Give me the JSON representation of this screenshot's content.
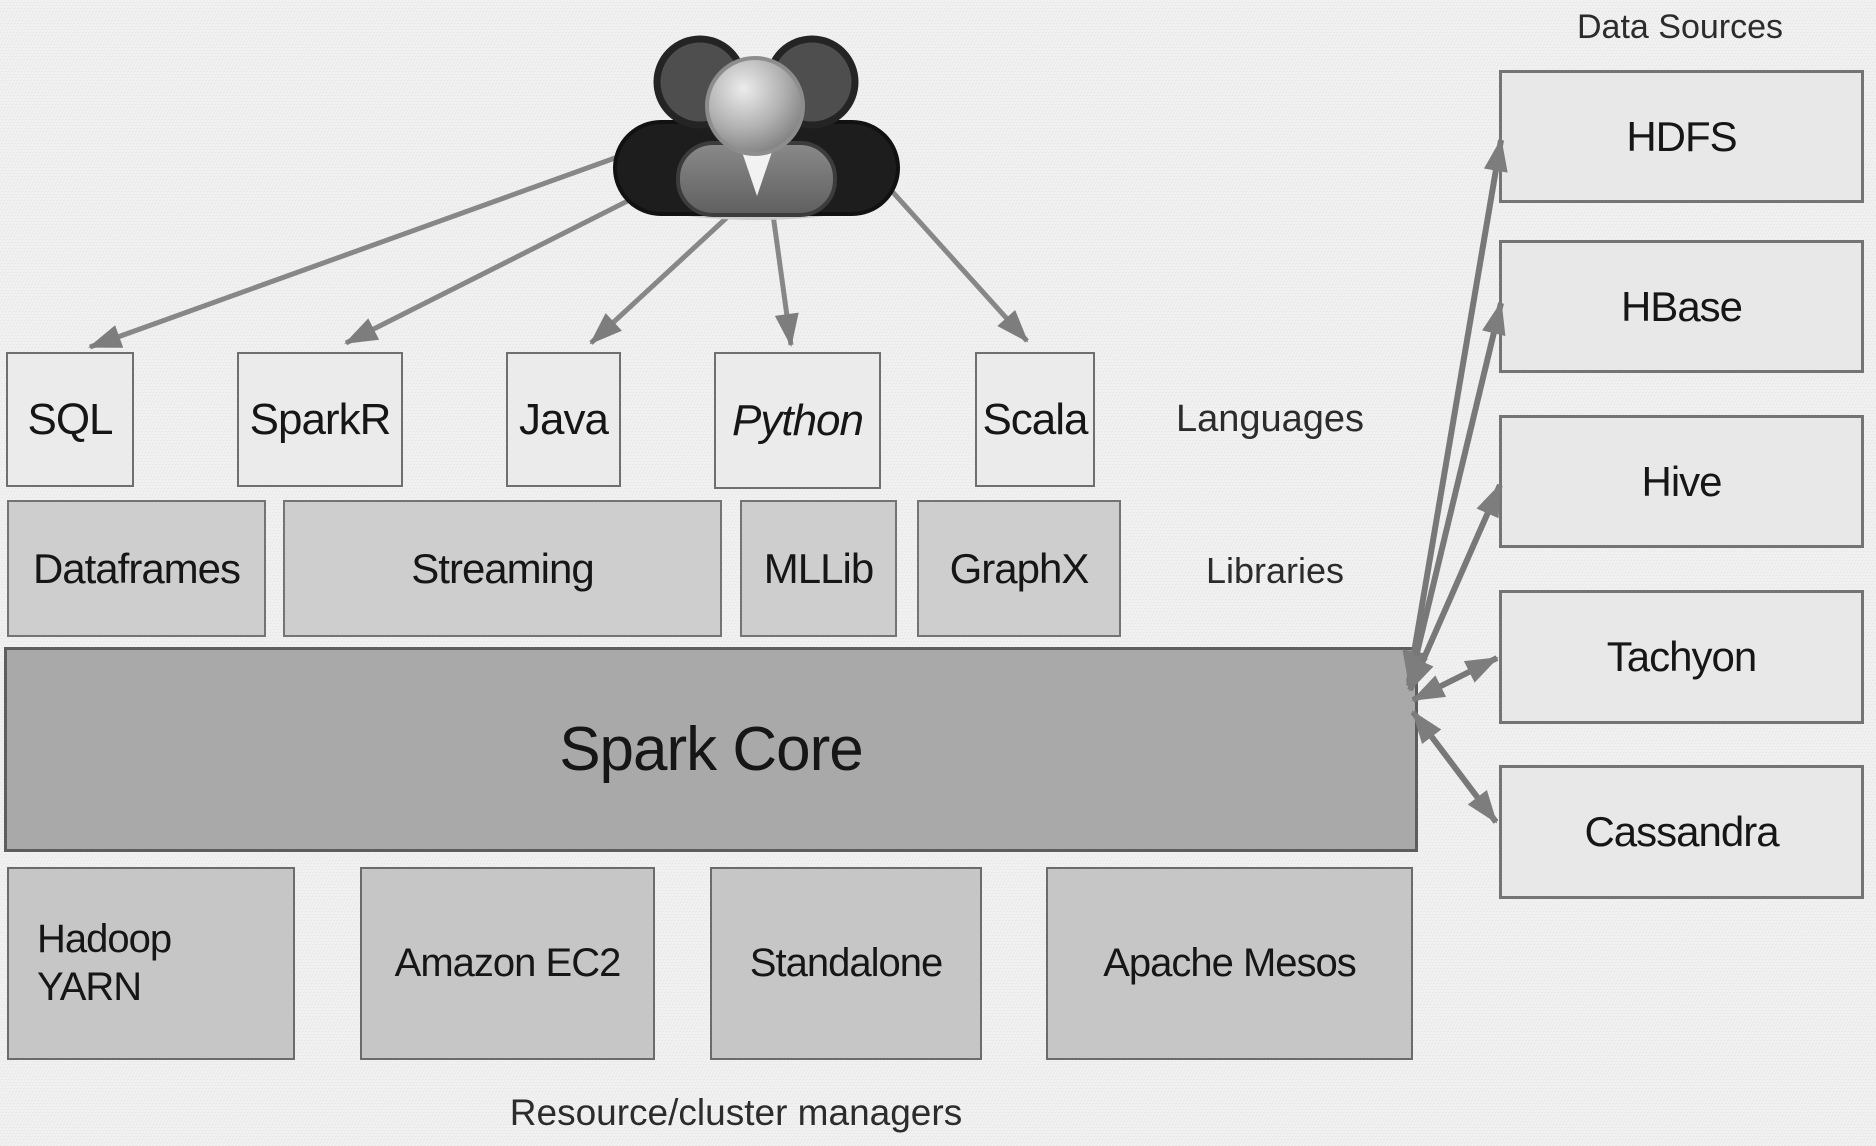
{
  "diagram_title": "Spark ecosystem diagram",
  "users_icon": "users-group-icon",
  "languages": {
    "caption": "Languages",
    "items": [
      {
        "label": "SQL"
      },
      {
        "label": "SparkR"
      },
      {
        "label": "Java"
      },
      {
        "label": "Python"
      },
      {
        "label": "Scala"
      }
    ]
  },
  "libraries": {
    "caption": "Libraries",
    "items": [
      {
        "label": "Dataframes"
      },
      {
        "label": "Streaming"
      },
      {
        "label": "MLLib"
      },
      {
        "label": "GraphX"
      }
    ]
  },
  "core": {
    "label": "Spark Core"
  },
  "cluster_managers": {
    "caption": "Resource/cluster managers",
    "items": [
      {
        "label": "Hadoop\nYARN"
      },
      {
        "label": "Amazon EC2"
      },
      {
        "label": "Standalone"
      },
      {
        "label": "Apache Mesos"
      }
    ]
  },
  "data_sources": {
    "caption": "Data Sources",
    "items": [
      {
        "label": "HDFS"
      },
      {
        "label": "HBase"
      },
      {
        "label": "Hive"
      },
      {
        "label": "Tachyon"
      },
      {
        "label": "Cassandra"
      }
    ]
  },
  "edges": {
    "users_to": [
      "SQL",
      "SparkR",
      "Java",
      "Python",
      "Scala"
    ],
    "core_bidirectional_to": [
      "HDFS",
      "HBase",
      "Hive",
      "Tachyon",
      "Cassandra"
    ]
  },
  "colors": {
    "background": "#efeeee",
    "language_box_fill": "#ebebeb",
    "library_box_fill": "#cecece",
    "core_box_fill": "#a9a9a9",
    "manager_box_fill": "#c6c6c6",
    "source_box_fill": "#e8e8e8",
    "box_border": "#6f6f6f",
    "arrow": "#7f7f7f",
    "text": "#161616"
  }
}
